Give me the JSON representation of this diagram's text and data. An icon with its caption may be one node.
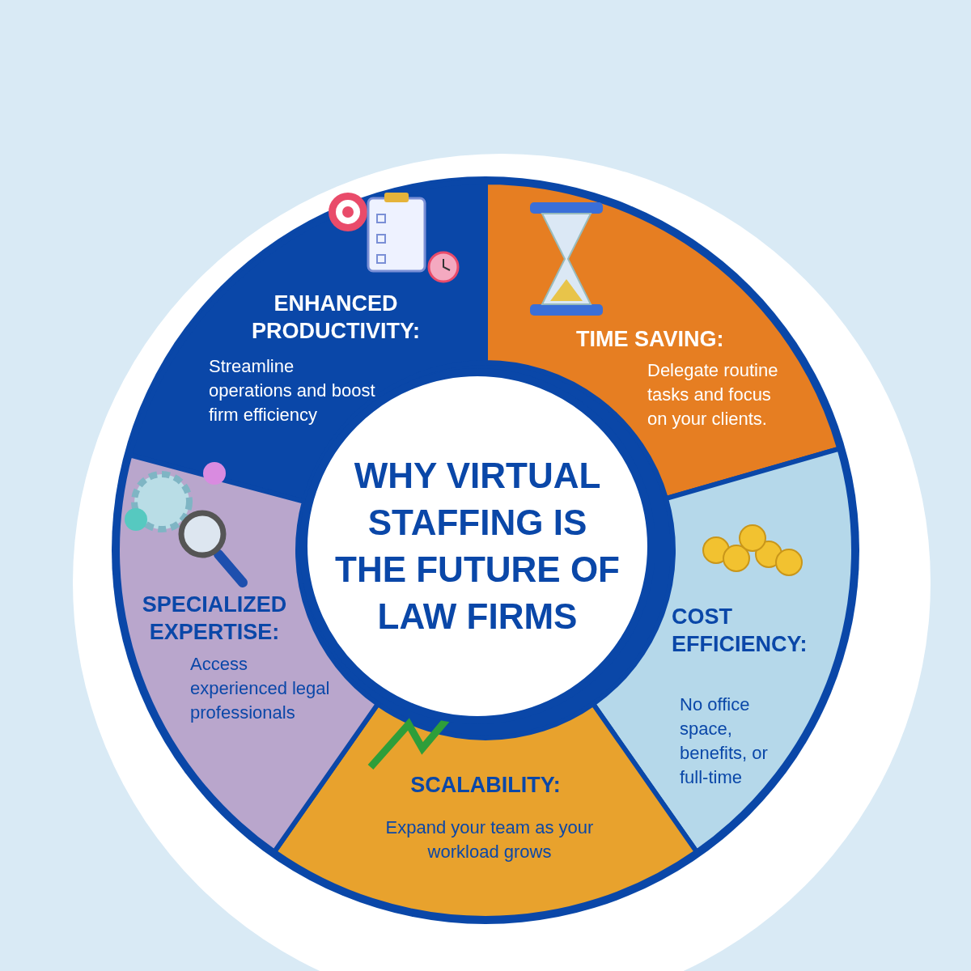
{
  "diagram": {
    "nodes": [
      {
        "text": [
          "WHY VIRTUAL STAFFING IS THE FUTURE OF LAW FIRMS"
        ]
      },
      {
        "text": [
          "ENHANCED PRODUCTIVITY:",
          "Streamline operations and boost firm efficiency"
        ]
      },
      {
        "text": [
          "TIME SAVING:",
          "Delegate routine tasks and focus on your clients."
        ]
      },
      {
        "text": [
          "COST EFFICIENCY:",
          "No office space, benefits, or full-time"
        ]
      },
      {
        "text": [
          "SCALABILITY:",
          "Expand your team as your workload grows"
        ]
      },
      {
        "text": [
          "SPECIALIZED EXPERTISE:",
          "Access experienced legal professionals"
        ]
      }
    ]
  }
}
